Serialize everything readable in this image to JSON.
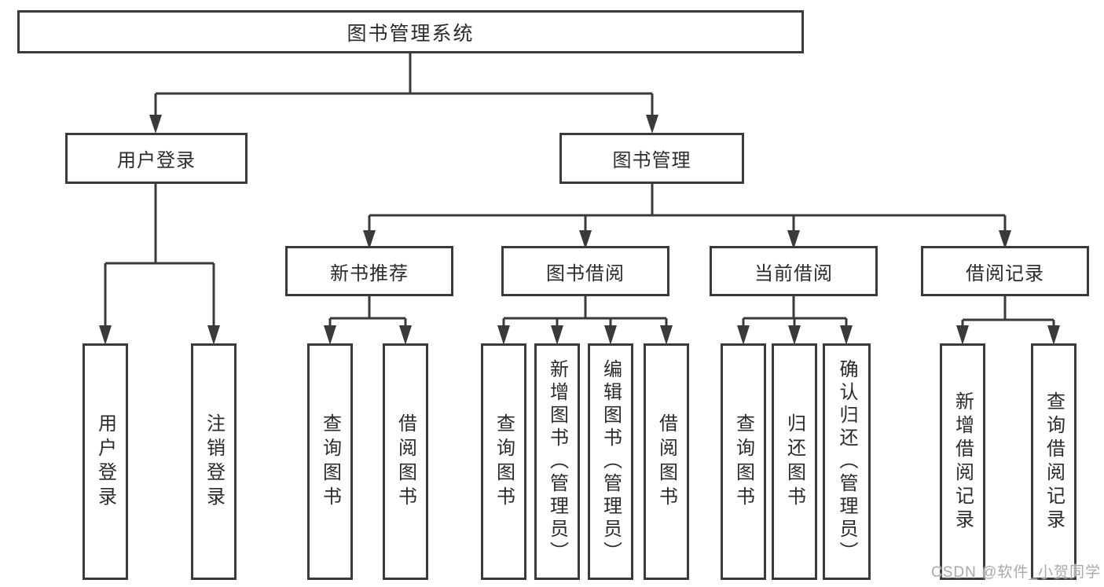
{
  "watermark": "CSDN @软件_小贺同学",
  "colors": {
    "line": "#3a3a3a",
    "box_border": "#3a3a3a",
    "text": "#2b2b2b",
    "watermark": "#a9a9a9",
    "background": "#ffffff"
  },
  "tree": {
    "root": {
      "label": "图书管理系统"
    },
    "children": [
      {
        "label": "用户登录",
        "children": [
          {
            "label": "用户登录"
          },
          {
            "label": "注销登录"
          }
        ]
      },
      {
        "label": "图书管理",
        "children": [
          {
            "label": "新书推荐",
            "children": [
              {
                "label": "查询图书"
              },
              {
                "label": "借阅图书"
              }
            ]
          },
          {
            "label": "图书借阅",
            "children": [
              {
                "label": "查询图书"
              },
              {
                "label": "新增图书（管理员）"
              },
              {
                "label": "编辑图书（管理员）"
              },
              {
                "label": "借阅图书"
              }
            ]
          },
          {
            "label": "当前借阅",
            "children": [
              {
                "label": "查询图书"
              },
              {
                "label": "归还图书"
              },
              {
                "label": "确认归还（管理员）"
              }
            ]
          },
          {
            "label": "借阅记录",
            "children": [
              {
                "label": "新增借阅记录"
              },
              {
                "label": "查询借阅记录"
              }
            ]
          }
        ]
      }
    ]
  }
}
